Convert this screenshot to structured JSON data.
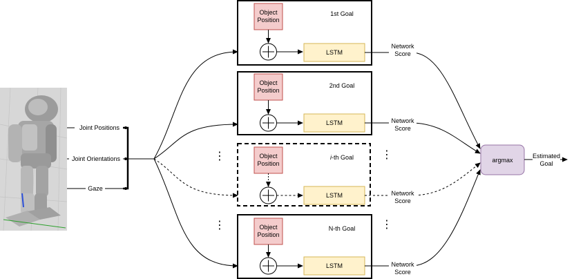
{
  "inputs": {
    "joint_positions": "Joint Positions",
    "joint_orientations": "Joint Orientations",
    "gaze": "Gaze"
  },
  "goals": [
    {
      "title": "1st Goal",
      "object_line1": "Object",
      "object_line2": "Position",
      "lstm": "LSTM",
      "score_line1": "Network",
      "score_line2": "Score",
      "style": "solid"
    },
    {
      "title": "2nd Goal",
      "object_line1": "Object",
      "object_line2": "Position",
      "lstm": "LSTM",
      "score_line1": "Network",
      "score_line2": "Score",
      "style": "solid"
    },
    {
      "title_italic": "i",
      "title_rest": "-th Goal",
      "object_line1": "Object",
      "object_line2": "Position",
      "lstm": "LSTM",
      "score_line1": "Network",
      "score_line2": "Score",
      "style": "dashed"
    },
    {
      "title": "N-th Goal",
      "object_line1": "Object",
      "object_line2": "Position",
      "lstm": "LSTM",
      "score_line1": "Network",
      "score_line2": "Score",
      "style": "solid"
    }
  ],
  "argmax": "argmax",
  "output": {
    "line1": "Estimated",
    "line2": "Goal"
  },
  "ellipsis": "⋮",
  "colors": {
    "object_fill": "#f4cccc",
    "object_stroke": "#c0504d",
    "lstm_fill": "#fff2cc",
    "lstm_stroke": "#d6b656",
    "argmax_fill": "#e1d5e7",
    "argmax_stroke": "#9673a6",
    "robot_bg": "#d9d9d9"
  }
}
